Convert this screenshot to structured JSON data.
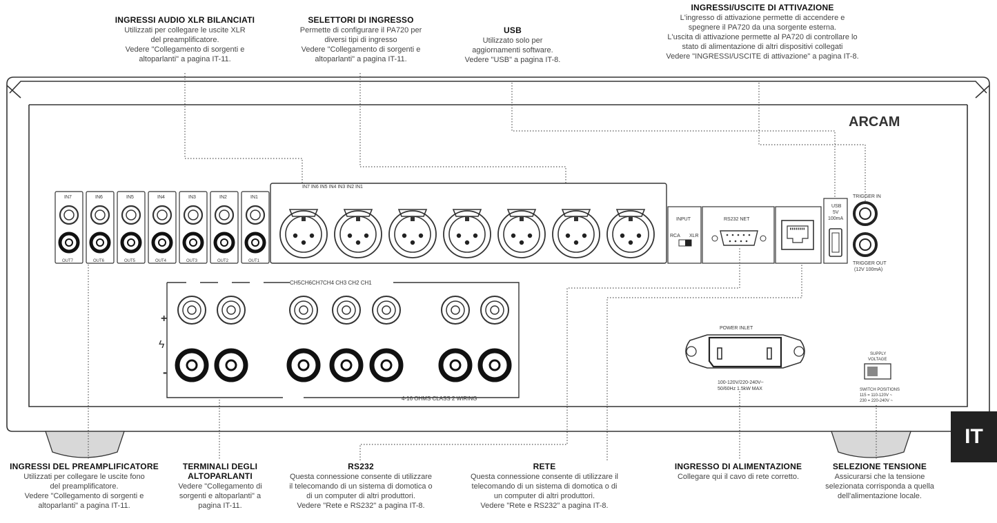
{
  "callouts": {
    "xlr": {
      "title": "INGRESSI AUDIO XLR BILANCIATI",
      "lines": [
        "Utilizzati per collegare le uscite XLR",
        "del preamplificatore.",
        "Vedere \"Collegamento di sorgenti e",
        "altoparlanti\" a pagina IT-11."
      ]
    },
    "selettori": {
      "title": "SELETTORI DI INGRESSO",
      "lines": [
        "Permette di configurare il PA720 per",
        "diversi tipi di ingresso",
        "Vedere \"Collegamento di sorgenti e",
        "altoparlanti\" a pagina IT-11."
      ]
    },
    "usb": {
      "title": "USB",
      "lines": [
        "Utilizzato solo per",
        "aggiornamenti software.",
        "Vedere \"USB\" a pagina IT-8."
      ]
    },
    "trigger": {
      "title": "INGRESSI/USCITE DI ATTIVAZIONE",
      "lines": [
        "L'ingresso di attivazione permette di accendere e",
        "spegnere il PA720 da una sorgente esterna.",
        "L'uscita di attivazione permette al PA720 di controllare lo",
        "stato di alimentazione di altri dispositivi collegati",
        "Vedere \"INGRESSI/USCITE di attivazione\" a pagina IT-8."
      ]
    },
    "preamp": {
      "title": "INGRESSI DEL PREAMPLIFICATORE",
      "lines": [
        "Utilizzati per collegare le uscite fono",
        "del preamplificatore.",
        "Vedere \"Collegamento di sorgenti e",
        "altoparlanti\" a pagina IT-11."
      ]
    },
    "terminali": {
      "title": "TERMINALI DEGLI ALTOPARLANTI",
      "lines": [
        "Vedere \"Collegamento di",
        "sorgenti e altoparlanti\" a",
        "pagina IT-11."
      ]
    },
    "rs232": {
      "title": "RS232",
      "lines": [
        "Questa connessione consente di utilizzare",
        "il telecomando di un sistema di domotica o",
        "di un computer di altri produttori.",
        "Vedere \"Rete e RS232\" a pagina IT-8."
      ]
    },
    "rete": {
      "title": "RETE",
      "lines": [
        "Questa connessione consente di utilizzare il",
        "telecomando di un sistema di domotica o di",
        "un computer di altri produttori.",
        "Vedere \"Rete e RS232\" a pagina IT-8."
      ]
    },
    "alimentazione": {
      "title": "INGRESSO DI ALIMENTAZIONE",
      "lines": [
        "Collegare qui il cavo di rete corretto."
      ]
    },
    "tensione": {
      "title": "SELEZIONE TENSIONE",
      "lines": [
        "Assicurarsi che la tensione",
        "selezionata corrisponda a quella",
        "dell'alimentazione locale."
      ]
    }
  },
  "panel": {
    "brand": "ARCAM",
    "rca_inputs": [
      "IN7",
      "IN6",
      "IN5",
      "IN4",
      "IN3",
      "IN2",
      "IN1"
    ],
    "rca_outputs": [
      "OUT7",
      "OUT6",
      "OUT5",
      "OUT4",
      "OUT3",
      "OUT2",
      "OUT1"
    ],
    "xlr_header": "IN7 IN6 IN5 IN4 IN3 IN2 IN1",
    "input_selector": {
      "title": "INPUT",
      "left": "RCA",
      "right": "XLR"
    },
    "rs232_label": "RS232 NET",
    "usb_label": [
      "USB",
      "5V",
      "100mA"
    ],
    "trigger_in": "TRIGGER IN",
    "trigger_out": "TRIGGER OUT",
    "trigger_out_spec": "(12V 100mA)",
    "speaker_header": "CH5CH6CH7CH4 CH3 CH2 CH1",
    "plus": "+",
    "minus": "-",
    "wiring": "4-16 OHMS CLASS 2 WIRING",
    "power_inlet": "POWER INLET",
    "power_spec": [
      "100-120V/220-240V~",
      "50/60Hz 1.5kW MAX"
    ],
    "supply_voltage": [
      "SUPPLY",
      "VOLTAGE"
    ],
    "switch_positions": [
      "SWITCH POSITIONS",
      "115 = 110-120V ~",
      "230 = 220-240V ~"
    ]
  },
  "tab": "IT"
}
